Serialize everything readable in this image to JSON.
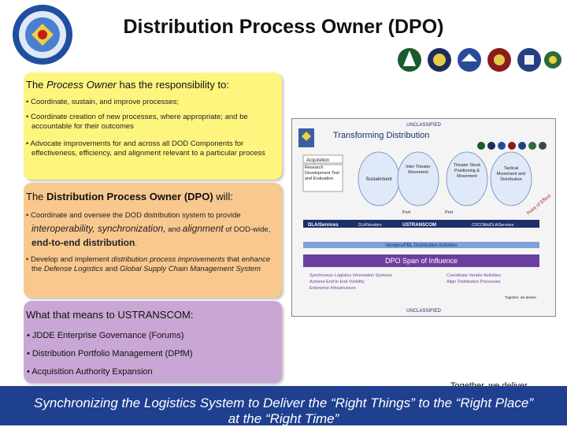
{
  "slide": {
    "title": "Distribution Process Owner (DPO)"
  },
  "box1": {
    "heading_pre": "The ",
    "heading_em": "Process Owner",
    "heading_post": " has the responsibility to:",
    "bullets": [
      "Coordinate, sustain, and improve processes;",
      "Coordinate creation of new processes, where appropriate; and be accountable for their outcomes",
      "Advocate improvements for and across all DOD Components for effectiveness, efficiency, and alignment relevant to a particular process"
    ]
  },
  "box2": {
    "heading_pre": "The ",
    "heading_strong": "Distribution Process Owner (DPO)",
    "heading_post": " will:",
    "b1_pre": "Coordinate and oversee the DOD distribution system to provide ",
    "b1_em1": "interoperability, synchronization,",
    "b1_mid": " and ",
    "b1_em2": "alignment",
    "b1_mid2": " of DOD-wide, ",
    "b1_strong": "end-to-end distribution",
    "b1_end": ".",
    "b2_pre": "Develop and implement ",
    "b2_em1": "distribution process improvements",
    "b2_mid": " that ",
    "b2_em2": "enhance",
    "b2_mid2": " the ",
    "b2_em3": "Defense Logistics",
    "b2_mid3": " and ",
    "b2_em4": "Global Supply Chain Management System"
  },
  "box3": {
    "heading": "What that means to USTRANSCOM:",
    "bullets": [
      "JDDE Enterprise Governance (Forums)",
      "Distribution Portfolio Management (DPfM)",
      "Acquisition Authority Expansion"
    ]
  },
  "diagram": {
    "classification_top": "UNCLASSIFIED",
    "classification_bottom": "UNCLASSIFIED",
    "title": "Transforming Distribution",
    "stages": [
      "Acquisition",
      "Research Development Test and Evaluation",
      "Sustainment",
      "Inter Theater Movement",
      "Theater Stock Positioning & Movement",
      "Tactical Movement and Distribution"
    ],
    "ports": [
      "Port",
      "Port"
    ],
    "point_of_effect": "Point of Effect",
    "bar_labels": [
      "DLA/Services",
      "DLA/Vendors",
      "USTRANSCOM",
      "COCOMs/DLA/Services"
    ],
    "vendor_bar": "Vendors/PBL Distribution Activities",
    "span_title": "DPO Span of Influence",
    "span_left": [
      "Synchronize Logistics Information Systems",
      "Achieve End to End Visibility",
      "Enterprise Infrastructure"
    ],
    "span_right": [
      "Coordinate Vendor Activities",
      "Align Distribution Processes"
    ],
    "together": "Together, we deliver"
  },
  "caption_right": "Together, we deliver",
  "footer": {
    "line1": "Synchronizing the Logistics System to Deliver the “Right Things” to the “Right Place”",
    "line2": "at the “Right Time”"
  },
  "colors": {
    "box1": "#fdf57e",
    "box2": "#f8c88f",
    "box3": "#c9a6d4",
    "footer": "#1f3f8f",
    "diagram_purple": "#6b3fa0",
    "diagram_navy": "#1c2f6b"
  }
}
